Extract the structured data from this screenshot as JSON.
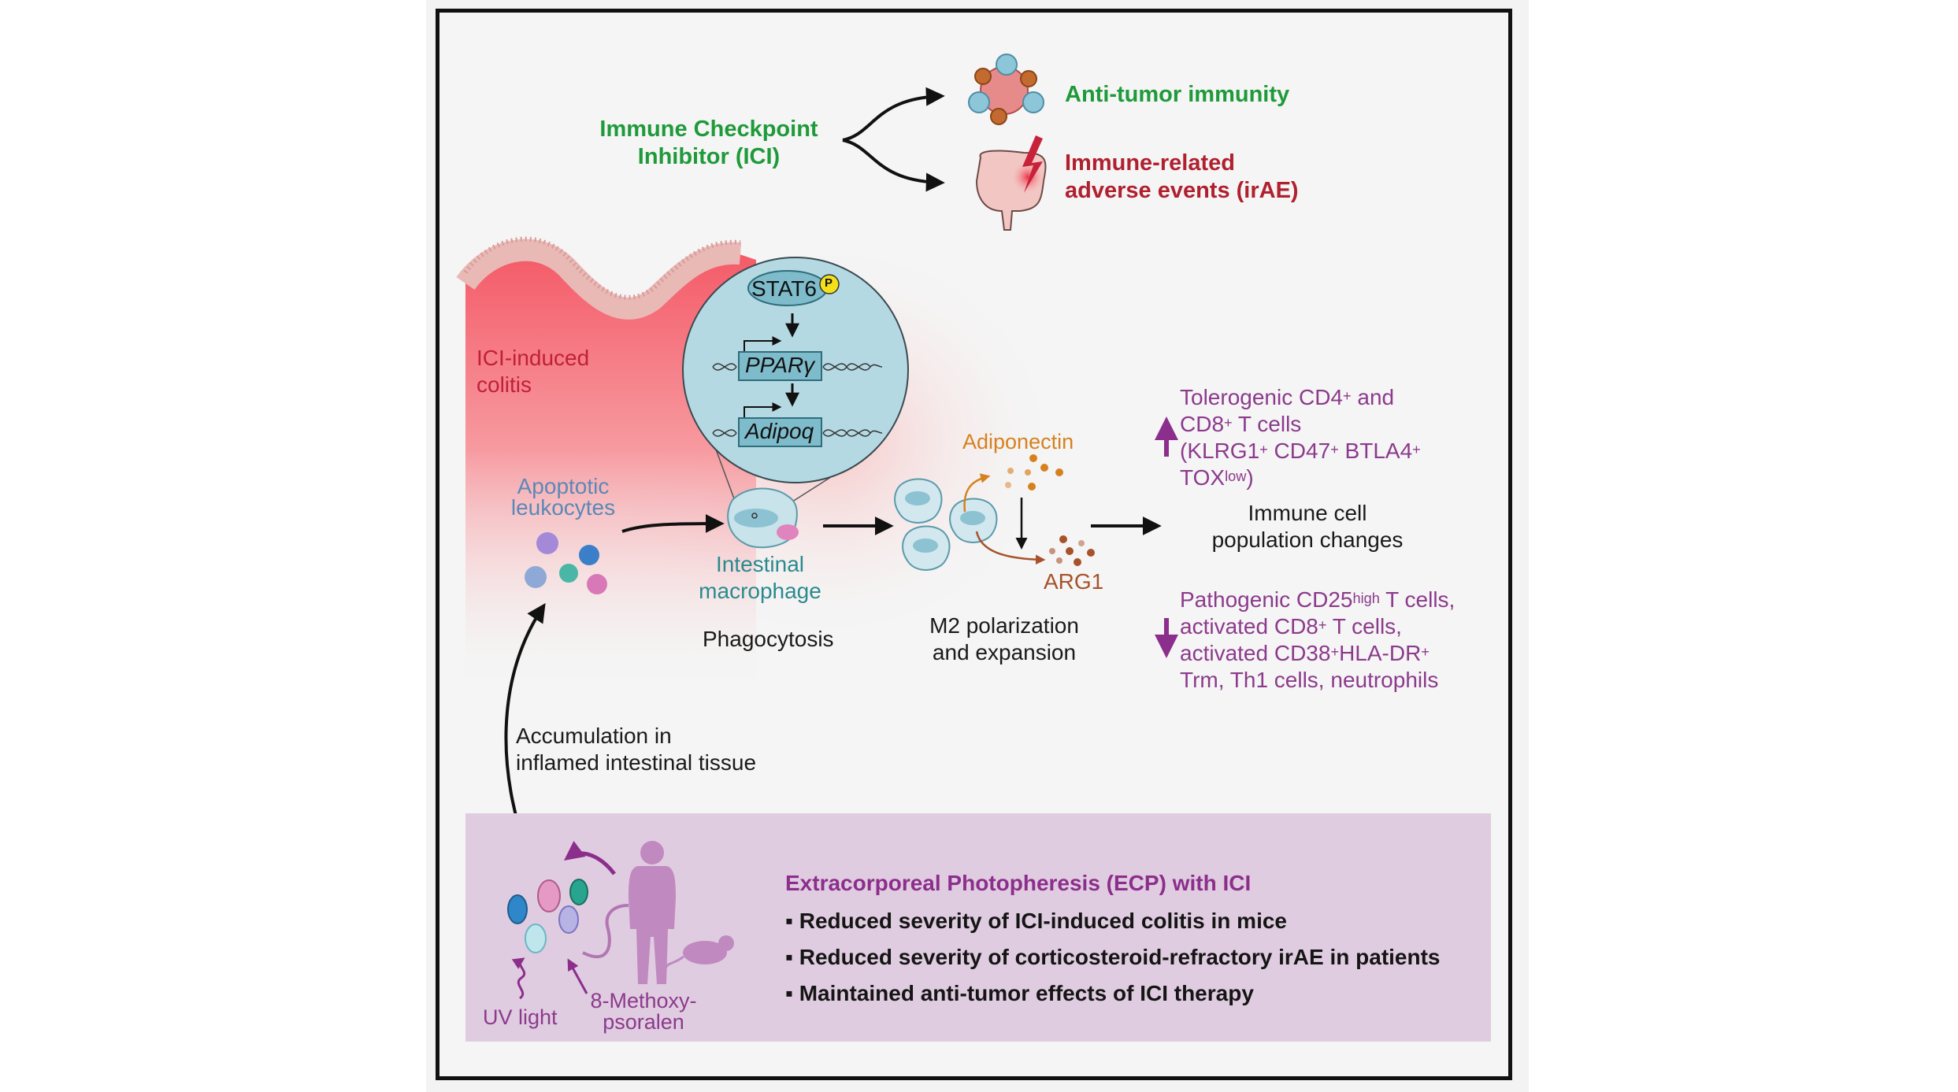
{
  "figure": {
    "title_left": {
      "line1": "Immune Checkpoint",
      "line2": "Inhibitor (ICI)"
    },
    "outcome_top": "Anti-tumor immunity",
    "outcome_bottom": {
      "line1": "Immune-related",
      "line2": "adverse events (irAE)"
    },
    "colors": {
      "ici_green": "#1f9a3a",
      "irae_red": "#b0202f",
      "colitis_red": "#c0203a",
      "panel_purple": "#e0cce0",
      "text_purple": "#8c3a8c",
      "circle_blue": "#b5d9e3",
      "adiponectin_orange": "#d6811f",
      "arg1_brown": "#a7522a"
    }
  },
  "colitis": {
    "label_line1": "ICI-induced",
    "label_line2": "colitis"
  },
  "pathway": {
    "stat6": "STAT6",
    "phospho": "P",
    "gene1": "PPARγ",
    "gene2": "Adipoq"
  },
  "apoptotic": {
    "line1": "Apoptotic",
    "line2": "leukocytes"
  },
  "macrophage": {
    "line1": "Intestinal",
    "line2": "macrophage"
  },
  "phagocytosis": "Phagocytosis",
  "accumulation": {
    "line1": "Accumulation in",
    "line2": "inflamed intestinal tissue"
  },
  "m2": {
    "adiponectin": "Adiponectin",
    "arg1": "ARG1",
    "label_line1": "M2 polarization",
    "label_line2": "and expansion"
  },
  "immune_change": {
    "line1": "Immune cell",
    "line2": "population changes"
  },
  "increased": {
    "direction": "up",
    "l1a": "Tolerogenic CD4",
    "l1sup": "+",
    "l1b": " and",
    "l2a": "CD8",
    "l2sup": "+",
    "l2b": " T cells",
    "l3a": "(KLRG1",
    "l3sup1": "+",
    "l3b": " CD47",
    "l3sup2": "+",
    "l3c": " BTLA4",
    "l3sup3": "+",
    "l4a": "TOX",
    "l4sup": "low",
    "l4b": ")"
  },
  "decreased": {
    "direction": "down",
    "l1a": "Pathogenic CD25",
    "l1sup": "high",
    "l1b": " T cells,",
    "l2a": "activated CD8",
    "l2sup": "+",
    "l2b": " T cells,",
    "l3a": "activated CD38",
    "l3sup1": "+",
    "l3b": "HLA-DR",
    "l3sup2": "+",
    "l4": "Trm, Th1 cells, neutrophils"
  },
  "ecp": {
    "title": "Extracorporeal Photopheresis (ECP) with ICI",
    "bullets": [
      "Reduced severity of ICI-induced colitis in mice",
      "Reduced severity of corticosteroid-refractory irAE in patients",
      "Maintained anti-tumor effects of ICI therapy"
    ],
    "bullet_marker": "▪",
    "uv_label": "UV light",
    "psoralen_line1": "8-Methoxy-",
    "psoralen_line2": "psoralen"
  }
}
